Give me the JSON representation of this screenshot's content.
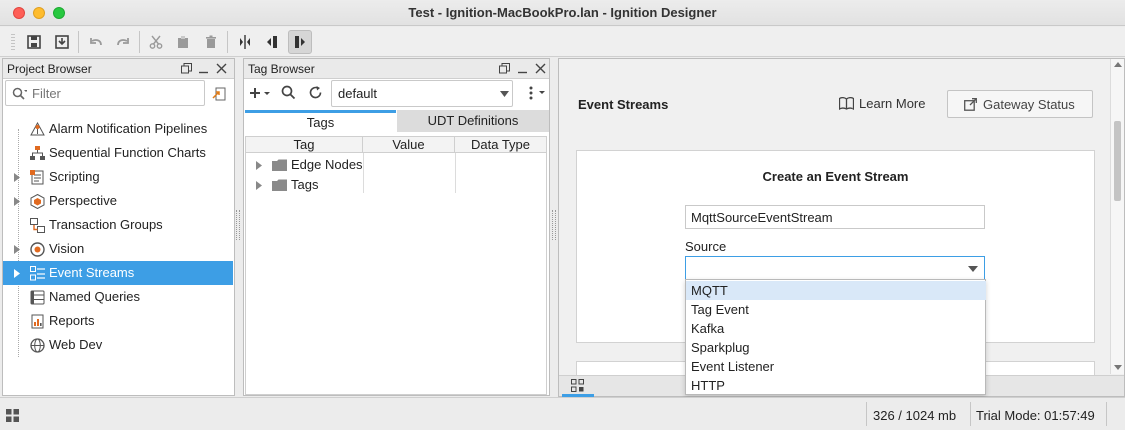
{
  "window": {
    "title": "Test - Ignition-MacBookPro.lan - Ignition Designer"
  },
  "project_browser": {
    "title": "Project Browser",
    "filter_placeholder": "Filter",
    "items": [
      {
        "label": "Alarm Notification Pipelines",
        "icon": "alarm-pipeline-icon",
        "expandable": false
      },
      {
        "label": "Sequential Function Charts",
        "icon": "sfc-icon",
        "expandable": false
      },
      {
        "label": "Scripting",
        "icon": "script-icon",
        "expandable": true
      },
      {
        "label": "Perspective",
        "icon": "perspective-icon",
        "expandable": true
      },
      {
        "label": "Transaction Groups",
        "icon": "transaction-groups-icon",
        "expandable": false
      },
      {
        "label": "Vision",
        "icon": "vision-icon",
        "expandable": true
      },
      {
        "label": "Event Streams",
        "icon": "event-streams-icon",
        "expandable": true,
        "selected": true
      },
      {
        "label": "Named Queries",
        "icon": "named-queries-icon",
        "expandable": false
      },
      {
        "label": "Reports",
        "icon": "reports-icon",
        "expandable": false
      },
      {
        "label": "Web Dev",
        "icon": "web-dev-icon",
        "expandable": false
      }
    ]
  },
  "tag_browser": {
    "title": "Tag Browser",
    "provider": "default",
    "tabs": [
      {
        "label": "Tags",
        "active": true
      },
      {
        "label": "UDT Definitions",
        "active": false
      }
    ],
    "columns": [
      "Tag",
      "Value",
      "Data Type"
    ],
    "rows": [
      {
        "label": "Edge Nodes"
      },
      {
        "label": "Tags"
      }
    ]
  },
  "event_streams": {
    "title": "Event Streams",
    "learn_more": "Learn More",
    "gateway_status": "Gateway Status",
    "create_title": "Create an Event Stream",
    "name_value": "MqttSourceEventStream",
    "source_label": "Source",
    "source_value": "",
    "source_options": [
      "MQTT",
      "Tag Event",
      "Kafka",
      "Sparkplug",
      "Event Listener",
      "HTTP"
    ],
    "highlighted_option": "MQTT"
  },
  "status_bar": {
    "memory": "326 / 1024 mb",
    "trial": "Trial Mode: 01:57:49"
  },
  "colors": {
    "selection": "#3d9ee5",
    "accent": "#3d9ee5",
    "dropdown_highlight": "#d9e8f8"
  }
}
